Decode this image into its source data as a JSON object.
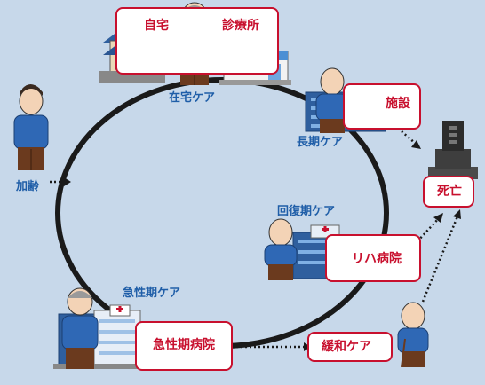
{
  "colors": {
    "background": "#c7d8ea",
    "accent_red": "#c8102e",
    "label_blue": "#1f5ea8",
    "circle": "#1a1a1a",
    "shirt": "#2f68b5",
    "pants": "#6b3a1e",
    "skin": "#f3d3b6"
  },
  "labels": {
    "home": "自宅",
    "clinic": "診療所",
    "home_care": "在宅ケア",
    "facility": "施設",
    "long_term_care": "長期ケア",
    "aging": "加齢",
    "death": "死亡",
    "recovery_care": "回復期ケア",
    "rehab_hospital": "リハ病院",
    "acute_care": "急性期ケア",
    "acute_hospital": "急性期病院",
    "palliative_care": "緩和ケア"
  },
  "icons": [
    "house-icon",
    "clinic-building-icon",
    "apartment-facility-icon",
    "gravestone-icon",
    "hospital-icon",
    "person-icon",
    "elderly-person-icon"
  ]
}
